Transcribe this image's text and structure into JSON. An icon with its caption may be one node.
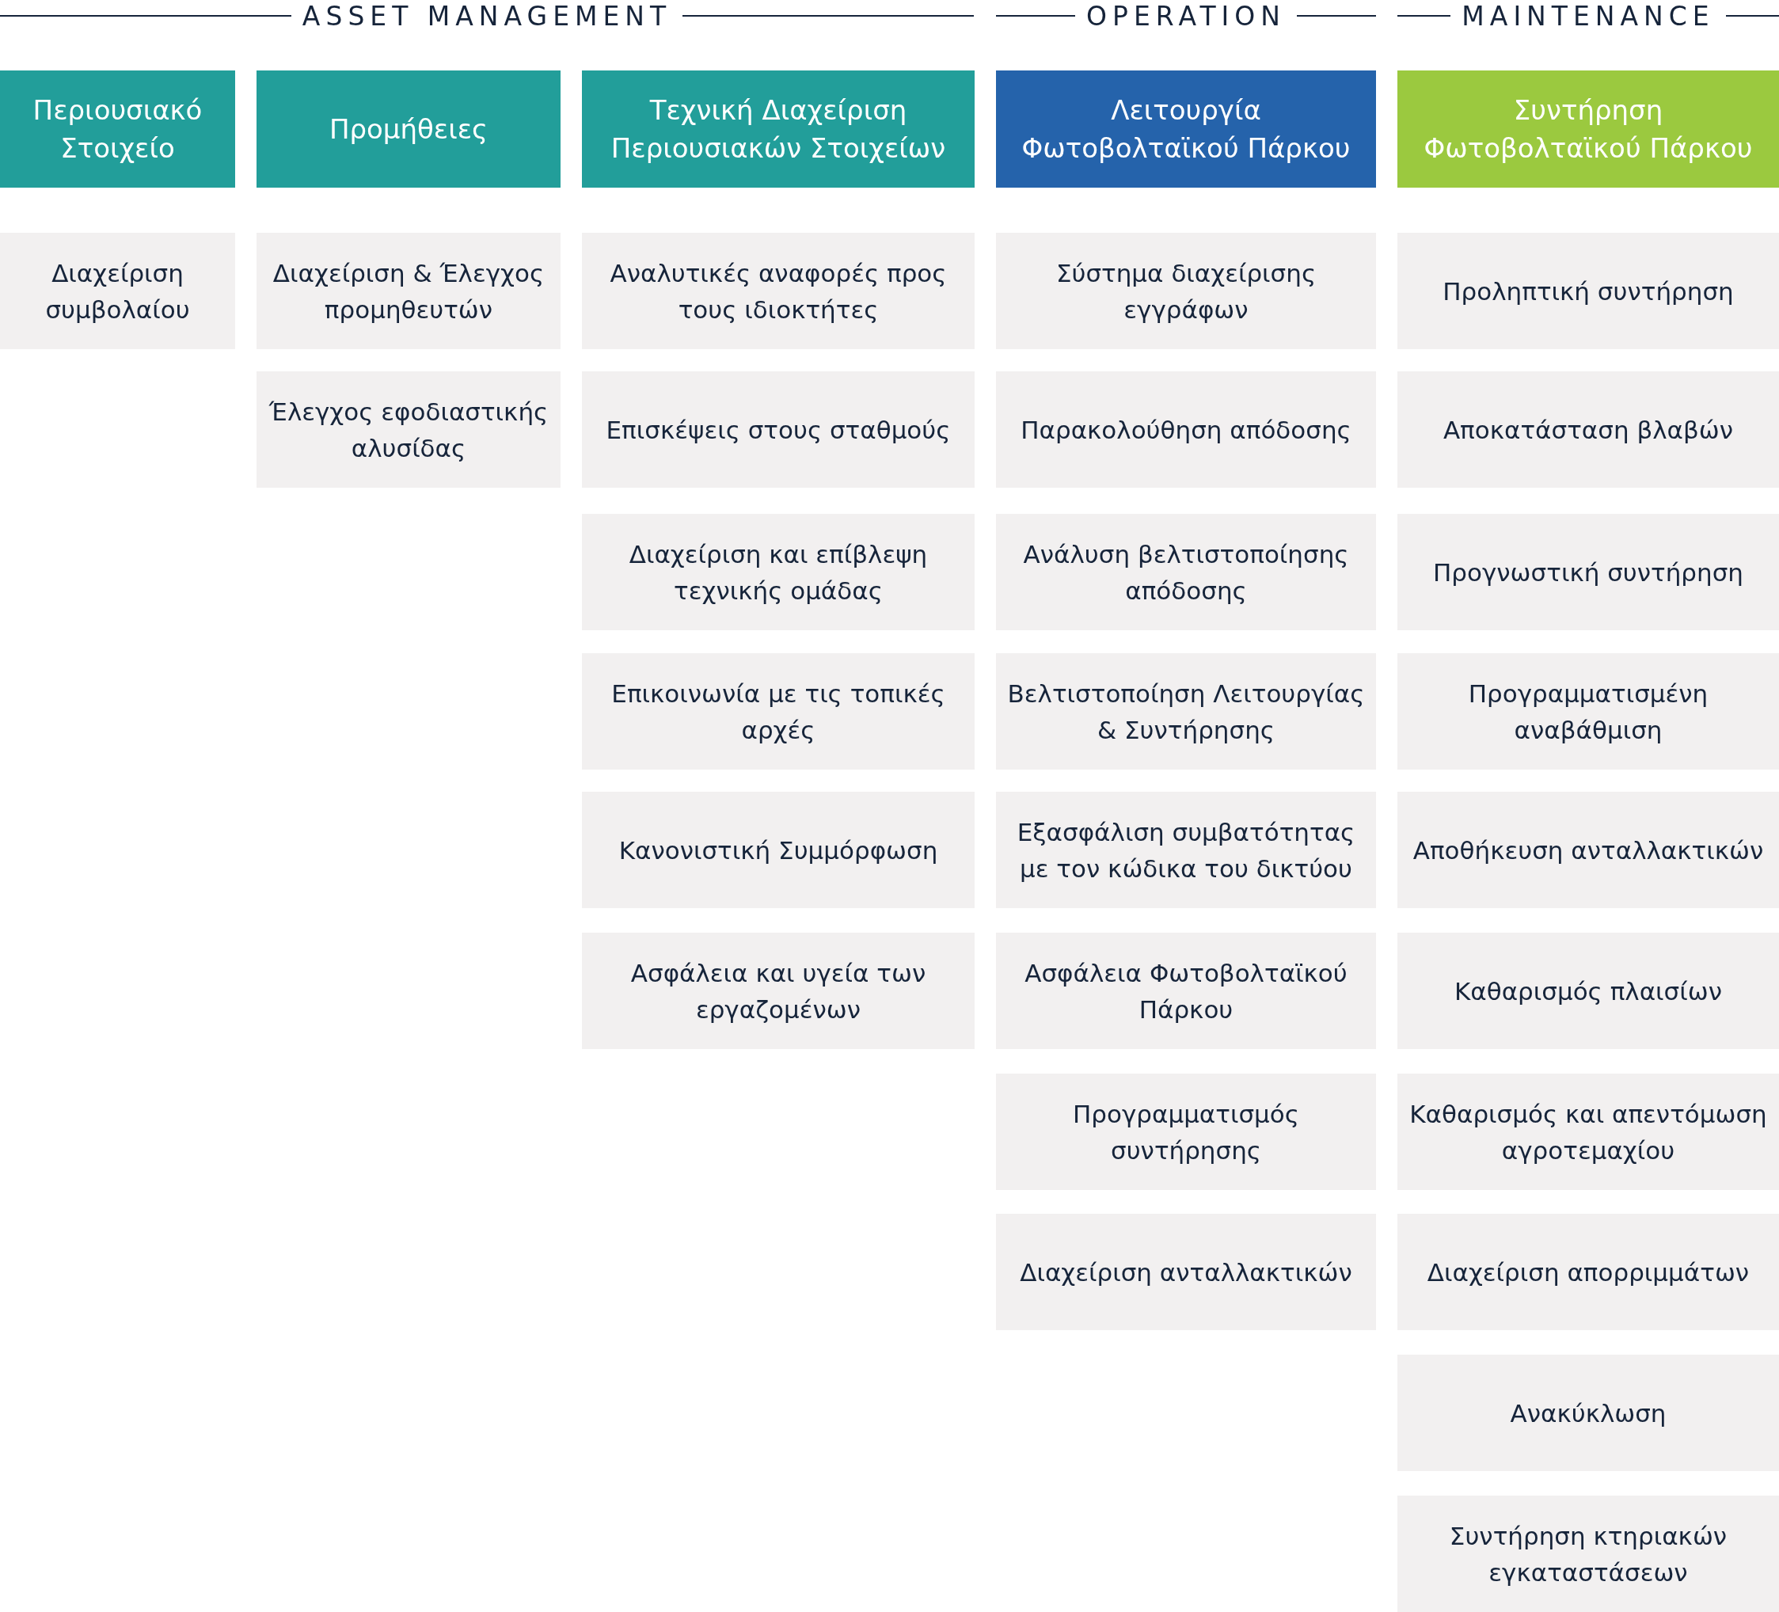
{
  "diagram": {
    "nodes": [
      {
        "text": [
          "Περιουσιακό Στοιχείο"
        ]
      },
      {
        "text": [
          "Διαχείριση συμβολαίου"
        ]
      },
      {
        "text": [
          "Προμήθειες"
        ]
      },
      {
        "text": [
          "Διαχείριση & Έλεγχος προμηθευτών"
        ]
      },
      {
        "text": [
          "Έλεγχος εφοδιαστικής αλυσίδας"
        ]
      },
      {
        "text": [
          "Τεχνική Διαχείριση Περιουσιακών Στοιχείων"
        ]
      },
      {
        "text": [
          "Αναλυτικές αναφορές προς τους ιδιοκτήτες"
        ]
      },
      {
        "text": [
          "Επισκέψεις στους σταθμούς"
        ]
      },
      {
        "text": [
          "Διαχείριση και επίβλεψη τεχνικής ομάδας"
        ]
      },
      {
        "text": [
          "Επικοινωνία με τις τοπικές αρχές"
        ]
      },
      {
        "text": [
          "Κανονιστική Συμμόρφωση"
        ]
      },
      {
        "text": [
          "Ασφάλεια και υγεία των εργαζομένων"
        ]
      },
      {
        "text": [
          "Λειτουργία Φωτοβολταϊκού Πάρκου"
        ]
      },
      {
        "text": [
          "Σύστημα διαχείρισης εγγράφων"
        ]
      },
      {
        "text": [
          "Παρακολούθηση απόδοσης"
        ]
      },
      {
        "text": [
          "Ανάλυση βελτιστοποίησης απόδοσης"
        ]
      },
      {
        "text": [
          "Βελτιστοποίηση Λειτουργίας & Συντήρησης"
        ]
      },
      {
        "text": [
          "Εξασφάλιση συμβατότητας με τον κώδικα του δικτύου"
        ]
      },
      {
        "text": [
          "Ασφάλεια Φωτοβολταϊκού Πάρκου"
        ]
      },
      {
        "text": [
          "Προγραμματισμός συντήρησης"
        ]
      },
      {
        "text": [
          "Διαχείριση ανταλλακτικών"
        ]
      },
      {
        "text": [
          "Συντήρηση Φωτοβολταϊκού Πάρκου"
        ]
      },
      {
        "text": [
          "Προληπτική συντήρηση"
        ]
      },
      {
        "text": [
          "Αποκατάσταση βλαβών"
        ]
      },
      {
        "text": [
          "Προγνωστική συντήρηση"
        ]
      },
      {
        "text": [
          "Προγραμματισμένη αναβάθμιση"
        ]
      },
      {
        "text": [
          "Αποθήκευση ανταλλακτικών"
        ]
      },
      {
        "text": [
          "Καθαρισμός πλαισίων"
        ]
      },
      {
        "text": [
          "Καθαρισμός και απεντόμωση αγροτεμαχίου"
        ]
      },
      {
        "text": [
          "Διαχείριση απορριμμάτων"
        ]
      },
      {
        "text": [
          "Ανακύκλωση"
        ]
      },
      {
        "text": [
          "Συντήρηση κτηριακών εγκαταστάσεων"
        ]
      }
    ],
    "labels": [
      "ASSET MANAGEMENT",
      "OPERATION",
      "MAINTENANCE"
    ]
  }
}
